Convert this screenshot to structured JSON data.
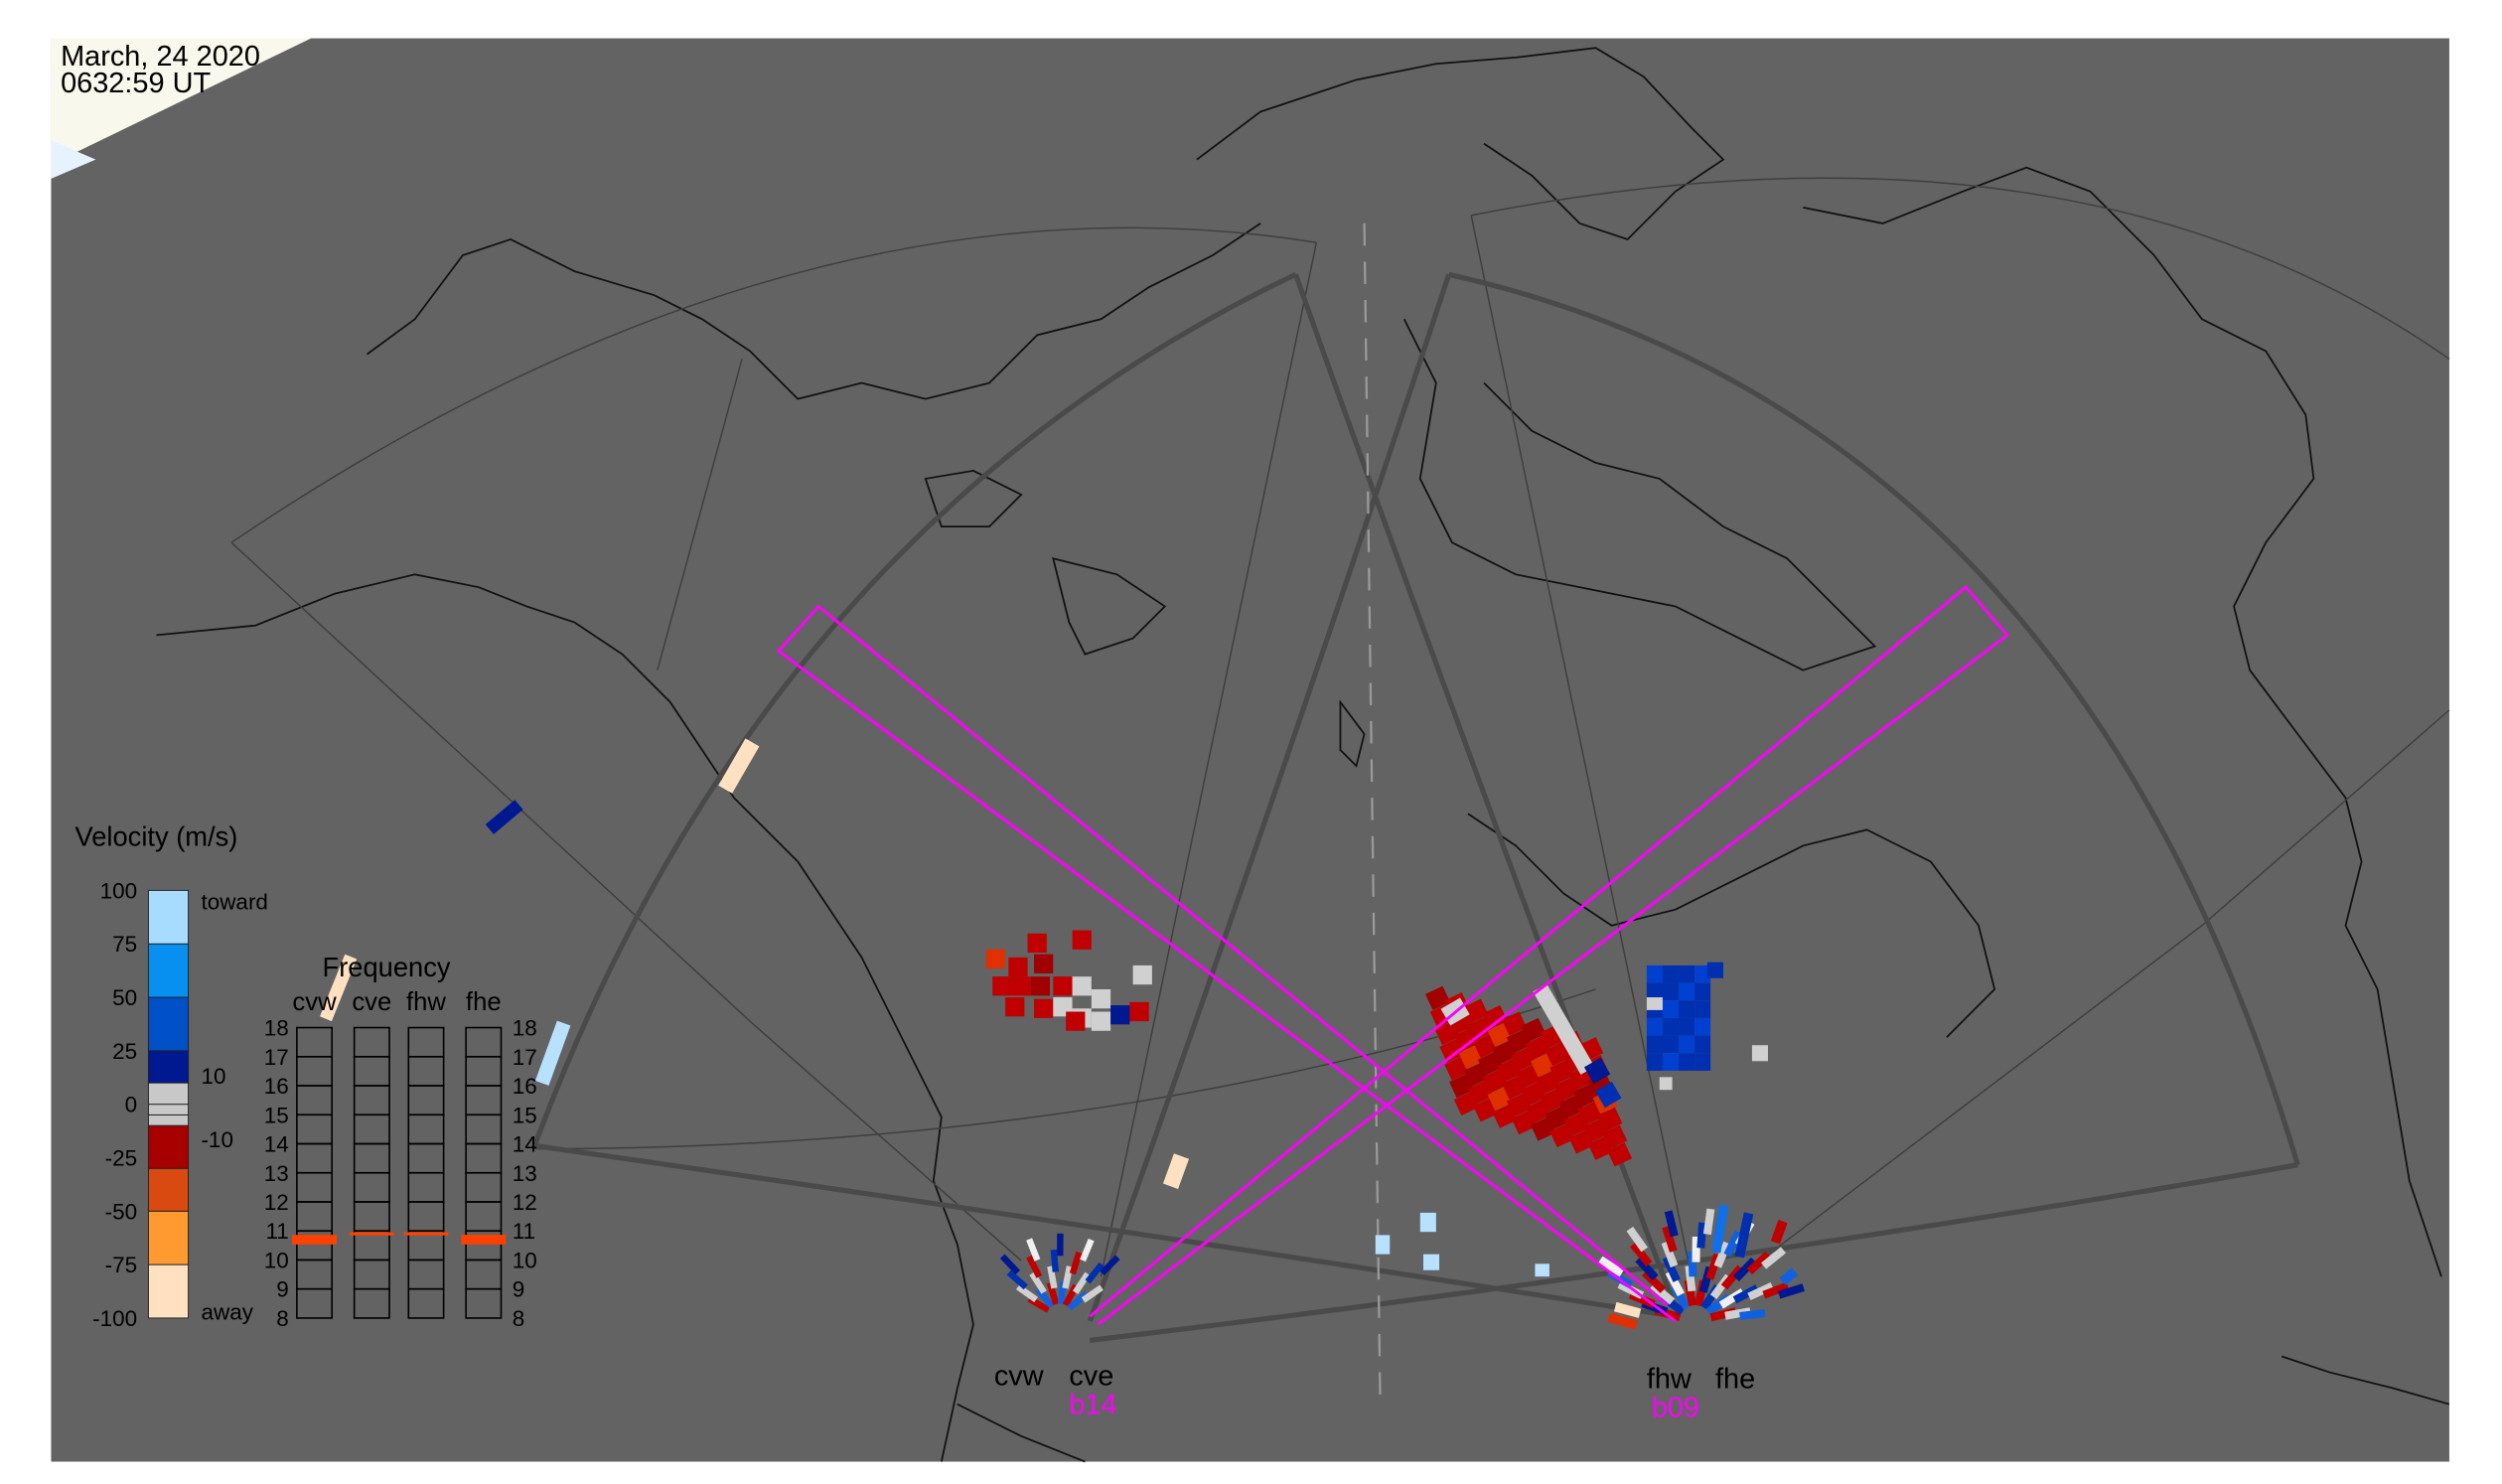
{
  "timestamp": {
    "date": "March, 24 2020",
    "time": "0632:59 UT"
  },
  "velocity_legend": {
    "title": "Velocity (m/s)",
    "ticks": [
      "100",
      "75",
      "50",
      "25",
      "0",
      "-25",
      "-50",
      "-75",
      "-100"
    ],
    "inner_labels": {
      "toward": "toward",
      "pos10": "10",
      "neg10": "-10",
      "away": "away"
    },
    "colors": [
      "#ffe4c8",
      "#ffb060",
      "#ff7a00",
      "#c03008",
      "#a00000",
      "#c8c8c8",
      "#c8c8c8",
      "#001890",
      "#0030b0",
      "#0080e8",
      "#a0d8ff"
    ]
  },
  "frequency_panel": {
    "title": "Frequency",
    "columns": [
      "cvw",
      "cve",
      "fhw",
      "fhe"
    ],
    "ticks": [
      "18",
      "17",
      "16",
      "15",
      "14",
      "13",
      "12",
      "11",
      "10",
      "9",
      "8"
    ],
    "active_mhz": {
      "cvw": 10.7,
      "cve": 10.9,
      "fhw": 10.9,
      "fhe": 10.7
    },
    "highlight_color": "#ff4000"
  },
  "radars": {
    "cv": {
      "labels": [
        "cvw",
        "cve"
      ],
      "beam": "b14"
    },
    "fh": {
      "labels": [
        "fhw",
        "fhe"
      ],
      "beam": "b09"
    }
  },
  "colors": {
    "map_bg": "#636363",
    "beam": "#ff00ff",
    "sunlit": "#f8f8ec"
  }
}
